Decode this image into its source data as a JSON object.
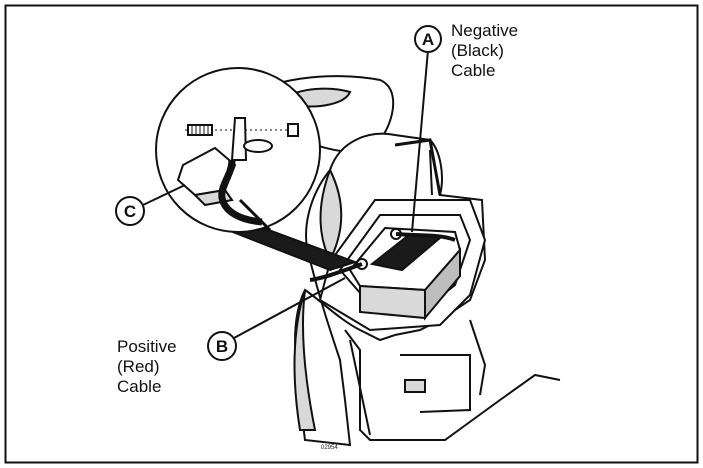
{
  "callouts": {
    "a": {
      "letter": "A",
      "text_lines": [
        "Negative",
        "(Black)",
        "Cable"
      ]
    },
    "b": {
      "letter": "B",
      "text_lines": [
        "Positive",
        "(Red)",
        "Cable"
      ]
    },
    "c": {
      "letter": "C"
    }
  },
  "figure_code": "02954",
  "colors": {
    "line": "#111111",
    "fill_dark": "#1a1a1a",
    "fill_light": "#ffffff",
    "shade": "#d9d9d9"
  }
}
